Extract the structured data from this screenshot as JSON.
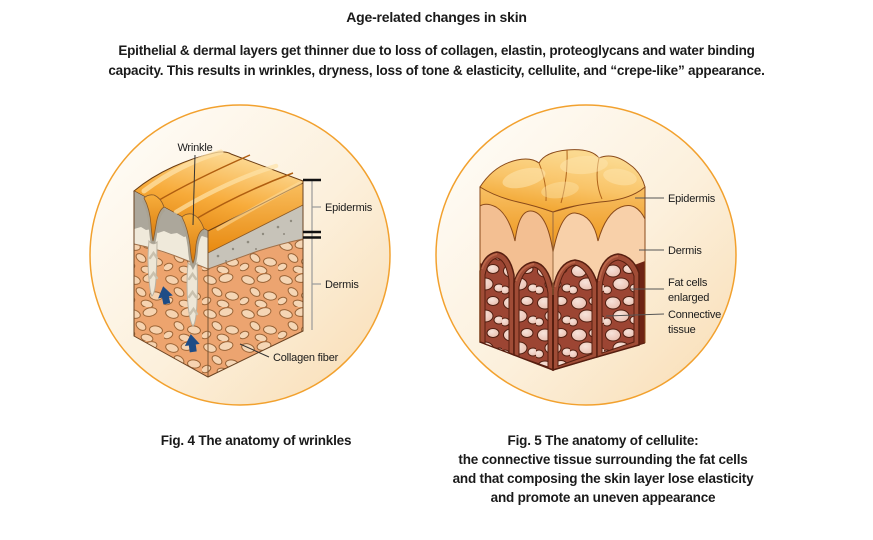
{
  "header": {
    "title": "Age-related changes in skin",
    "subtitle_lines": [
      "Epithelial & dermal layers get thinner due to loss of collagen, elastin, proteoglycans and water binding",
      "capacity. This results in wrinkles, dryness, loss of tone & elasticity, cellulite, and “crepe-like” appearance."
    ]
  },
  "figure_wrinkles": {
    "caption": "Fig. 4 The anatomy of wrinkles",
    "labels": {
      "wrinkle": "Wrinkle",
      "epidermis": "Epidermis",
      "dermis": "Dermis",
      "collagen_fiber": "Collagen fiber"
    }
  },
  "figure_cellulite": {
    "caption_lines": [
      "Fig. 5  The anatomy of cellulite:",
      "the connective tissue surrounding the fat cells",
      "and that composing the skin layer lose elasticity",
      "and promote an uneven appearance"
    ],
    "labels": {
      "epidermis": "Epidermis",
      "dermis": "Dermis",
      "fat_cells_line1": "Fat cells",
      "fat_cells_line2": "enlarged",
      "connective_line1": "Connective",
      "connective_line2": "tissue"
    }
  },
  "colors": {
    "circle_border": "#F2A12E",
    "circle_fill_light": "#FEFBF4",
    "circle_fill_deep": "#F8DDB4",
    "epidermis_orange": "#F2A637",
    "dermis_peach": "#F5C79B",
    "connective_maroon": "#8C3B2B",
    "arrow_navy": "#1E4C86",
    "text": "#1A1A1A"
  }
}
